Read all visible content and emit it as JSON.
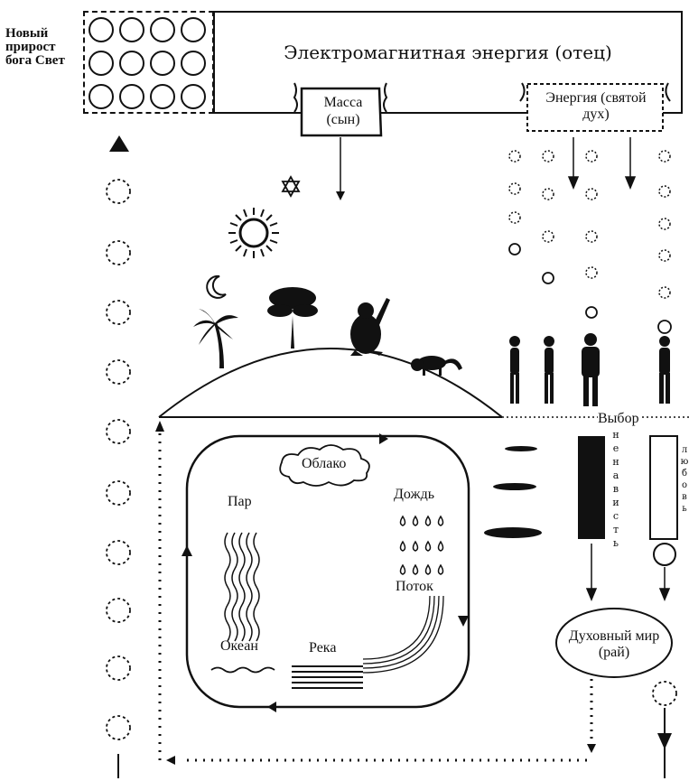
{
  "left_label": "Новый прирост бога Свет",
  "top_box": {
    "title": "Электромагнитная энергия (отец)"
  },
  "mass_label": "Масса (сын)",
  "energy_label": "Энергия (святой дух)",
  "choice_label": "Выбор",
  "hate_letters": [
    "н",
    "е",
    "н",
    "а",
    "в",
    "и",
    "с",
    "т",
    "ь"
  ],
  "love_letters": [
    "л",
    "ю",
    "б",
    "о",
    "в",
    "ь"
  ],
  "water_cycle": {
    "cloud": "Облако",
    "steam": "Пар",
    "rain": "Дождь",
    "stream": "Поток",
    "ocean": "Океан",
    "river": "Река"
  },
  "spiritual_world": "Духовный мир (рай)"
}
